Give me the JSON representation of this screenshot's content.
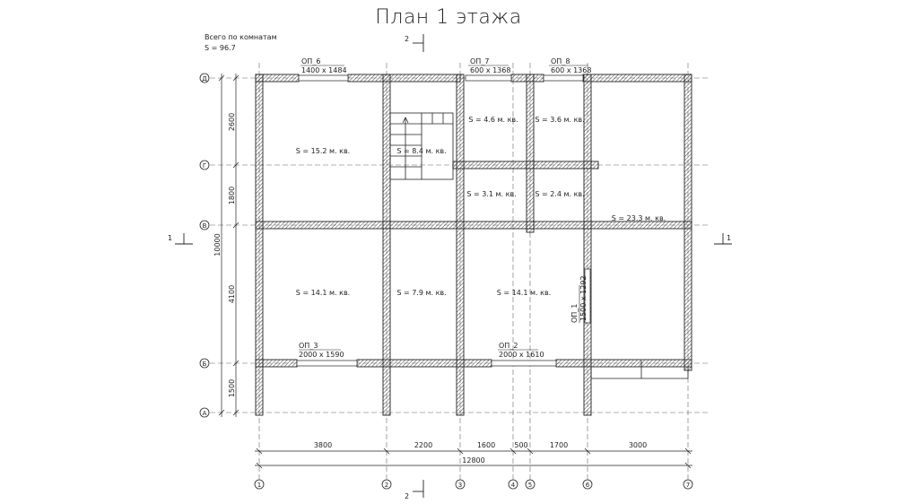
{
  "title": "План 1 этажа",
  "summary": {
    "label": "Всего по комнатам",
    "value": "S  =  96.7"
  },
  "section_marks": {
    "top": "2",
    "bottom": "2",
    "left": "1",
    "right": "1"
  },
  "axes_letters": [
    "Д",
    "Г",
    "В",
    "Б",
    "А"
  ],
  "axes_numbers": [
    "1",
    "2",
    "3",
    "4",
    "5",
    "6",
    "7"
  ],
  "rooms": [
    {
      "text": "S  =  15.2 м. кв."
    },
    {
      "text": "S  =  8.4 м. кв."
    },
    {
      "text": "S  =  4.6 м. кв."
    },
    {
      "text": "S  =  3.6 м. кв."
    },
    {
      "text": "S  =  3.1 м. кв."
    },
    {
      "text": "S  =  2.4 м. кв."
    },
    {
      "text": "S  =  23.3 м. кв."
    },
    {
      "text": "S  =  14.1 м. кв."
    },
    {
      "text": "S  =  7.9 м. кв."
    },
    {
      "text": "S  =  14.1 м. кв."
    }
  ],
  "openings": [
    {
      "name": "ОП_6",
      "size": "1400 х 1484"
    },
    {
      "name": "ОП_7",
      "size": "600 х 1368"
    },
    {
      "name": "ОП_8",
      "size": "600 х 1368"
    },
    {
      "name": "ОП_3",
      "size": "2000 х 1590"
    },
    {
      "name": "ОП_2",
      "size": "2000 х 1610"
    },
    {
      "name": "ОП_1",
      "size": "1500 х 1292"
    }
  ],
  "dims_bottom": [
    "3800",
    "2200",
    "1600",
    "500",
    "1700",
    "3000"
  ],
  "dim_total_bottom": "12800",
  "dims_left": [
    "2600",
    "1800",
    "4100",
    "1500"
  ],
  "dim_total_left": "10000"
}
